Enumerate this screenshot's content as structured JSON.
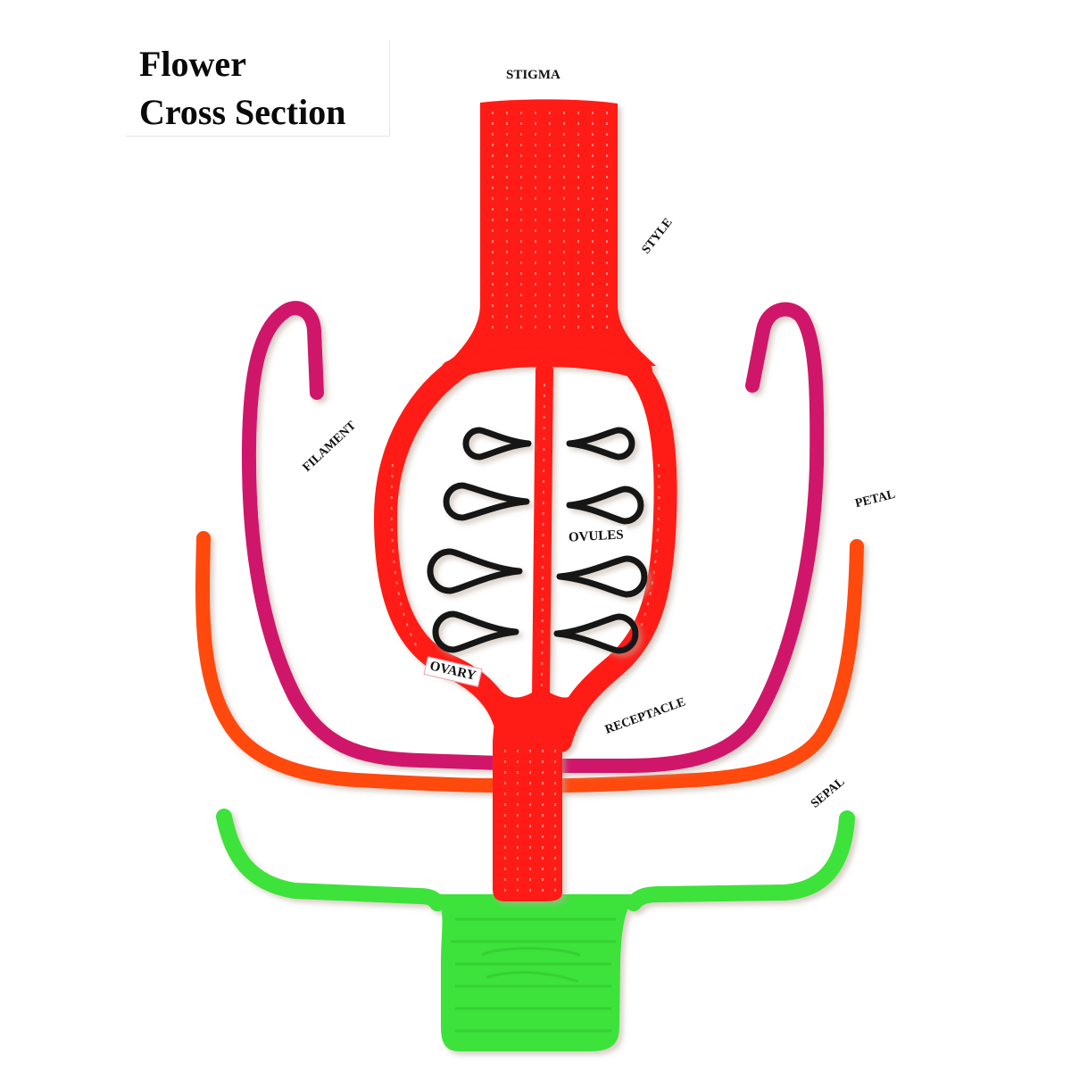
{
  "title": {
    "line1": "Flower",
    "line2": "Cross Section"
  },
  "labels": {
    "stigma": "STIGMA",
    "style": "STYLE",
    "filament": "FILAMENT",
    "petal": "PETAL",
    "ovules": "OVULES",
    "ovary": "OVARY",
    "receptacle": "RECEPTACLE",
    "sepal": "SEPAL"
  },
  "colors": {
    "pistil": "#ff1a12",
    "pistil_highlight": "#ff8a80",
    "filament": "#d0146a",
    "petal": "#ff4a10",
    "sepal": "#3ee23a",
    "sepal_dark": "#2cc42a",
    "ovule": "#161616",
    "background": "#ffffff"
  },
  "ovule_count": 8
}
